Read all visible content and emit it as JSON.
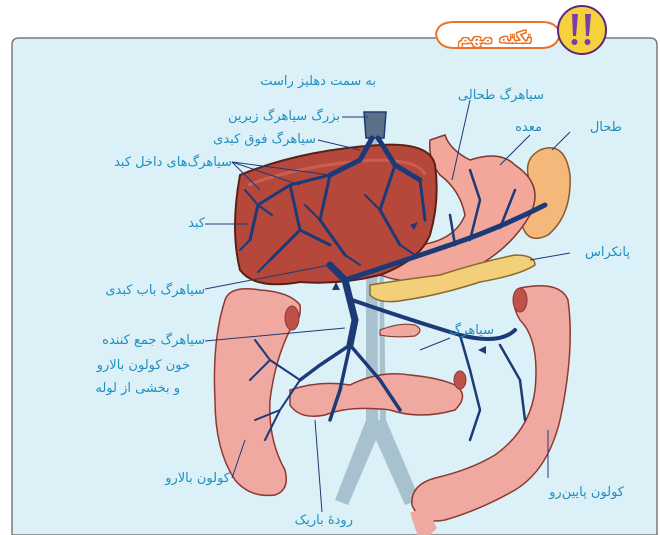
{
  "badge": {
    "title": "نکته مهم",
    "icon": "double-exclamation-icon"
  },
  "labels": {
    "right_atrium": "به سمت دهلیز راست",
    "inferior_vena_cava": "بزرگ سیاهرگ زیرین",
    "hepatic_vein": "سیاهرگ فوق کبدی",
    "intrahepatic_veins": "سیاهرگ‌های داخل کبد",
    "liver": "کبد",
    "portal_vein": "سیاهرگ باب کبدی",
    "collecting_vein": "سیاهرگ جمع کننده",
    "collecting_vein_desc_1": "خون کولون بالارو",
    "collecting_vein_desc_2": "و بخشی از لوله",
    "ascending_colon": "کولون بالارو",
    "small_intestine": "رودهٔ باریک",
    "splenic_vein": "سیاهرگ طحالی",
    "stomach": "معده",
    "spleen": "طحال",
    "pancreas": "پانکراس",
    "vein": "سیاهرگ",
    "descending_colon": "کولون پایین‌رو"
  },
  "colors": {
    "panel_bg": "#dcf0f8",
    "panel_border": "#7a7a7a",
    "label": "#1f8fc0",
    "vein": "#1c3a78",
    "liver": "#b5483a",
    "intestine": "#f0a9a0",
    "pancreas": "#f4cf7a",
    "spleen": "#f4b87a",
    "badge_orange": "#e8742a",
    "badge_purple": "#7a3ea8"
  }
}
